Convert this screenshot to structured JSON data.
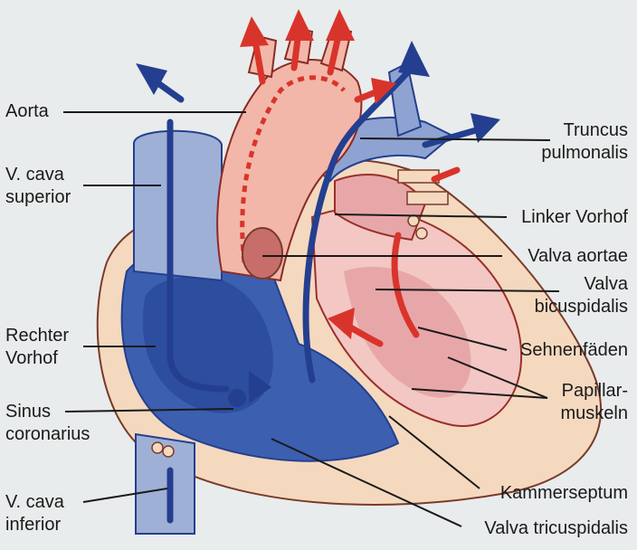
{
  "labels": {
    "aorta": "Aorta",
    "vcs_1": "V. cava",
    "vcs_2": "superior",
    "rv_1": "Rechter",
    "rv_2": "Vorhof",
    "sinus_1": "Sinus",
    "sinus_2": "coronarius",
    "vci_1": "V. cava",
    "vci_2": "inferior",
    "trunc_1": "Truncus",
    "trunc_2": "pulmonalis",
    "lv": "Linker Vorhof",
    "va": "Valva aortae",
    "vb_1": "Valva",
    "vb_2": "bicuspidalis",
    "sehnen": "Sehnenfäden",
    "papi_1": "Papillar-",
    "papi_2": "muskeln",
    "kammer": "Kammerseptum",
    "vt": "Valva tricuspidalis"
  },
  "colors": {
    "background": "#e9ecec",
    "oxygenated": "#d9342b",
    "deoxygenated": "#243f8f",
    "wall": "#f4d9bf",
    "venous_light": "#aebbd8"
  }
}
